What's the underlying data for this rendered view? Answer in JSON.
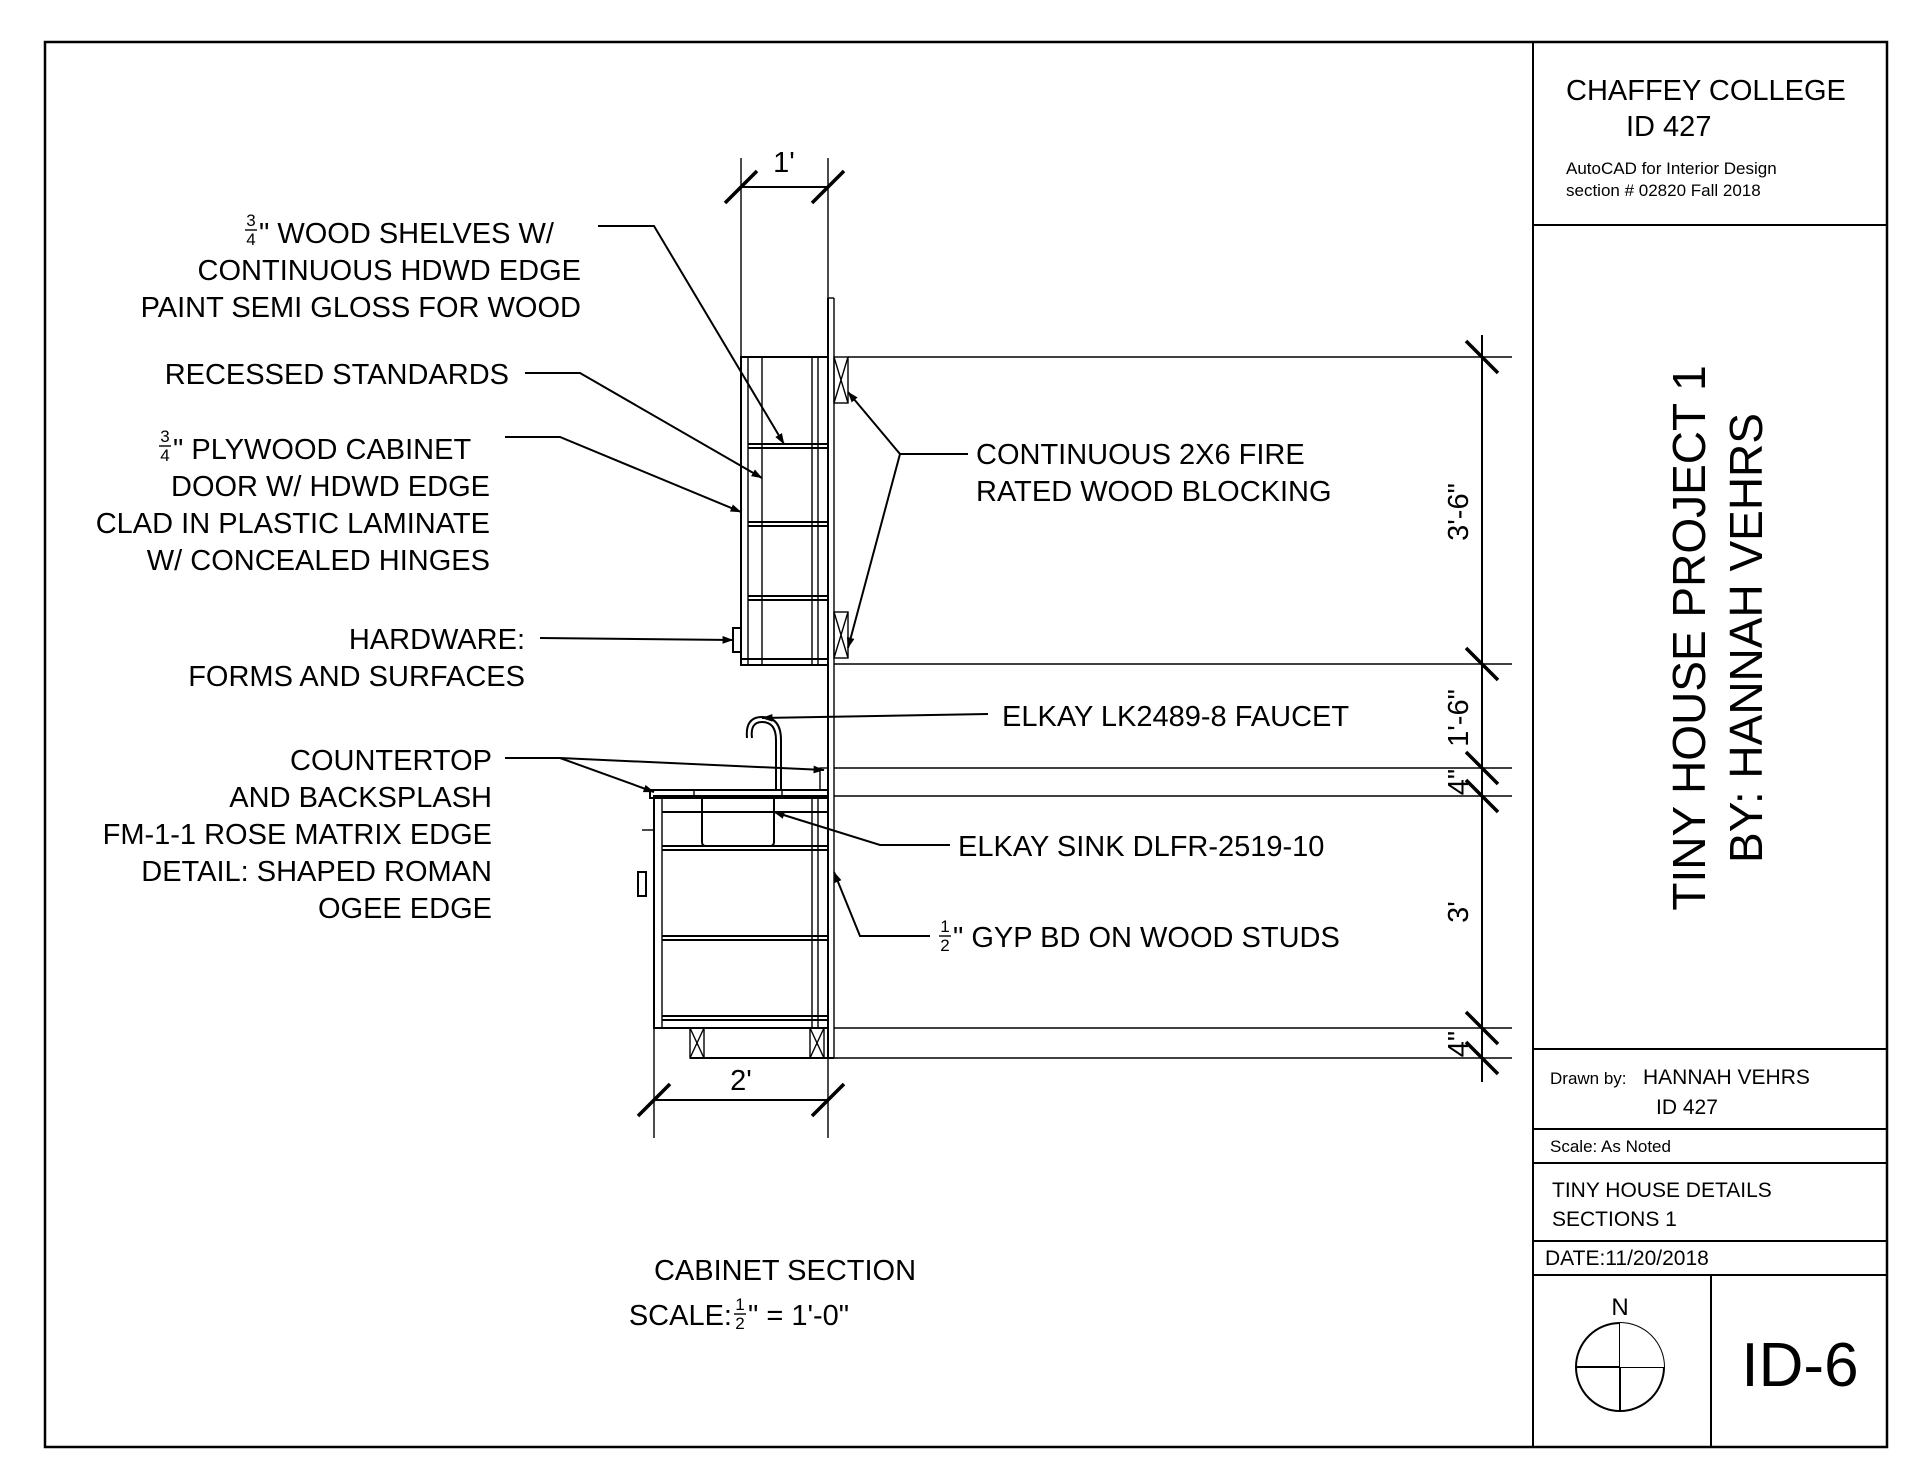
{
  "notes": {
    "shelves": [
      "\" WOOD SHELVES W/",
      "CONTINUOUS HDWD EDGE",
      "PAINT SEMI GLOSS FOR WOOD"
    ],
    "standards": "RECESSED STANDARDS",
    "door": [
      "\" PLYWOOD CABINET",
      "DOOR W/ HDWD EDGE",
      "CLAD IN PLASTIC LAMINATE",
      "W/ CONCEALED HINGES"
    ],
    "hardware": [
      "HARDWARE:",
      "FORMS AND SURFACES"
    ],
    "countertop": [
      "COUNTERTOP",
      "AND BACKSPLASH",
      "FM-1-1 ROSE MATRIX EDGE",
      "DETAIL: SHAPED ROMAN",
      "OGEE EDGE"
    ],
    "blocking": [
      "CONTINUOUS  2X6 FIRE",
      "RATED WOOD BLOCKING"
    ],
    "faucet": "ELKAY LK2489-8 FAUCET",
    "sink": "ELKAY SINK DLFR-2519-10",
    "gyp": "\" GYP BD ON WOOD STUDS",
    "frac_three_quarter": [
      "3",
      "4"
    ],
    "frac_half": [
      "1",
      "2"
    ]
  },
  "dimensions": {
    "top_width": "1'",
    "bottom_width": "2'",
    "upper_height": "3'-6\"",
    "gap_height": "1'-6\"",
    "splash_height": "4\"",
    "base_height": "3'",
    "toe_height": "4\""
  },
  "caption": {
    "title": "CABINET SECTION",
    "scale_prefix": "SCALE: ",
    "scale_suffix": "\" = 1'-0\""
  },
  "title_block": {
    "school": "CHAFFEY COLLEGE",
    "course": "ID 427",
    "course_name": "AutoCAD for Interior Design",
    "section": "section # 02820  Fall 2018",
    "project_line1": "TINY HOUSE PROJECT 1",
    "project_line2": "BY: HANNAH VEHRS",
    "drawn_by_label": "Drawn by:",
    "drawn_by_name": "HANNAH VEHRS",
    "drawn_by_course": "ID 427",
    "scale": "Scale:  As Noted",
    "sheet_title_1": "TINY HOUSE DETAILS",
    "sheet_title_2": "SECTIONS 1",
    "date": "DATE:11/20/2018",
    "north": "N",
    "sheet_number": "ID-6"
  }
}
